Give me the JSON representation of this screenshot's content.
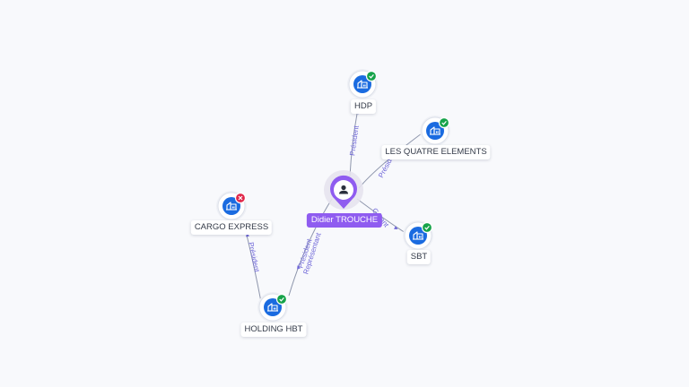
{
  "colors": {
    "background": "#f8f9fc",
    "edge": "#8e96ac",
    "edge_label": "#6e66d8",
    "company_blue": "#1a6be0",
    "person_purple": "#8f5cf0",
    "status_active": "#16a34a",
    "status_closed": "#e0284a"
  },
  "person": {
    "name": "Didier TROUCHE",
    "icon": "person-icon"
  },
  "companies": [
    {
      "id": "hdp",
      "name": "HDP",
      "status": "active",
      "icon": "company-building-icon"
    },
    {
      "id": "lqe",
      "name": "LES QUATRE ELEMENTS",
      "status": "active",
      "icon": "company-building-icon"
    },
    {
      "id": "sbt",
      "name": "SBT",
      "status": "active",
      "icon": "company-building-icon"
    },
    {
      "id": "cargo",
      "name": "CARGO EXPRESS",
      "status": "closed",
      "icon": "company-building-icon"
    },
    {
      "id": "hbt",
      "name": "HOLDING HBT",
      "status": "active",
      "icon": "company-building-icon"
    }
  ],
  "edges": [
    {
      "from": "person",
      "to": "hdp",
      "label": "Président"
    },
    {
      "from": "person",
      "to": "lqe",
      "label": "Président"
    },
    {
      "from": "person",
      "to": "sbt",
      "label": "Gérant"
    },
    {
      "from": "person",
      "to": "hbt",
      "label": "Président",
      "label2": "Représentant"
    },
    {
      "from": "hbt",
      "to": "cargo",
      "label": "Président"
    }
  ]
}
